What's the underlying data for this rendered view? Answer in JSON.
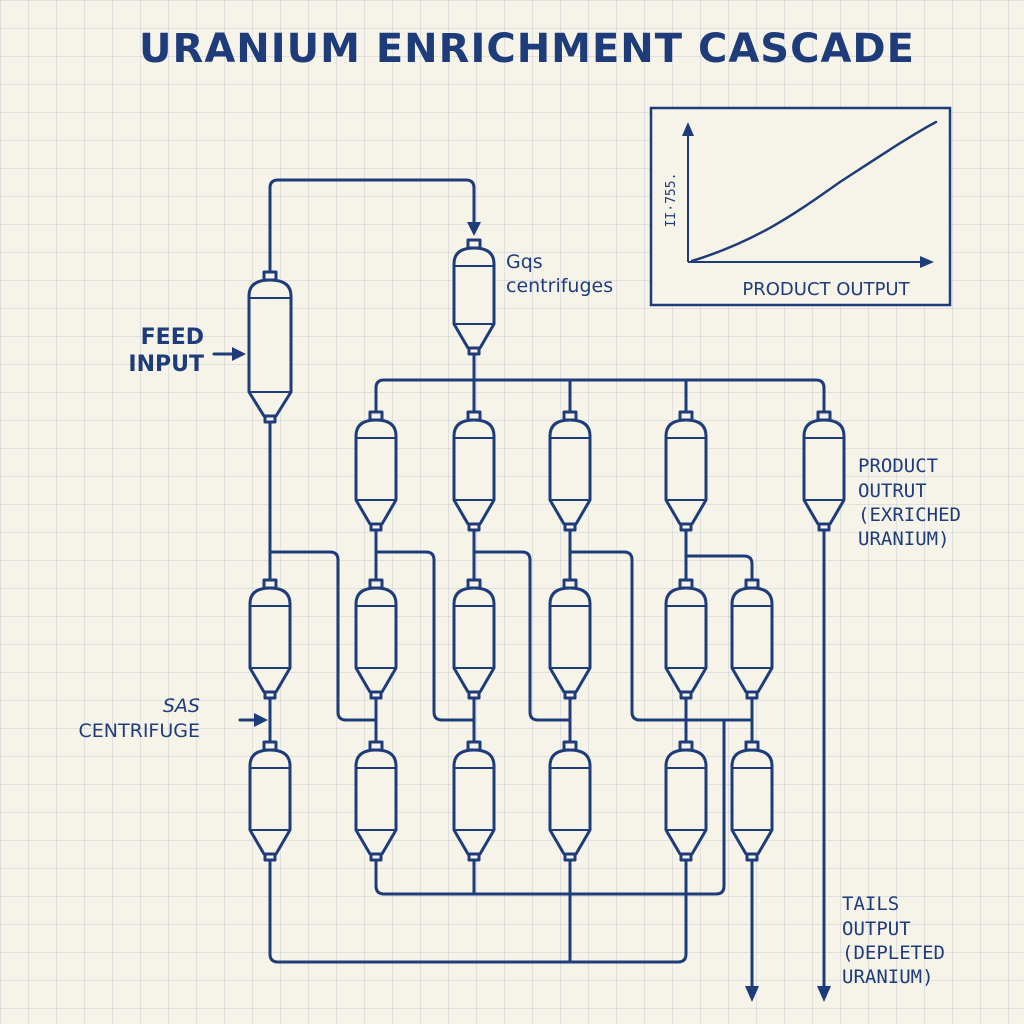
{
  "title": "URANIUM ENRICHMENT CASCADE",
  "labels": {
    "feed_input": [
      "FEED",
      "INPUT"
    ],
    "gas_centrifuges": [
      "Gqs",
      "centrifuges"
    ],
    "sas_centrifuge": [
      "SAS",
      "CENTRIFUGE"
    ],
    "product_output": [
      "PRODUCT",
      "OUTRUT",
      "(EXRICHED",
      "URANIUM)"
    ],
    "tails_output": [
      "TAILS",
      "OUTPUT",
      "(DEPLETED",
      "URANIUM)"
    ]
  },
  "inset_chart": {
    "y_label": "II·755.",
    "x_label": "PRODUCT OUTPUT"
  },
  "colors": {
    "ink": "#1f3c7a",
    "paper": "#f6f3e9",
    "grid": "#b9c3d6"
  }
}
